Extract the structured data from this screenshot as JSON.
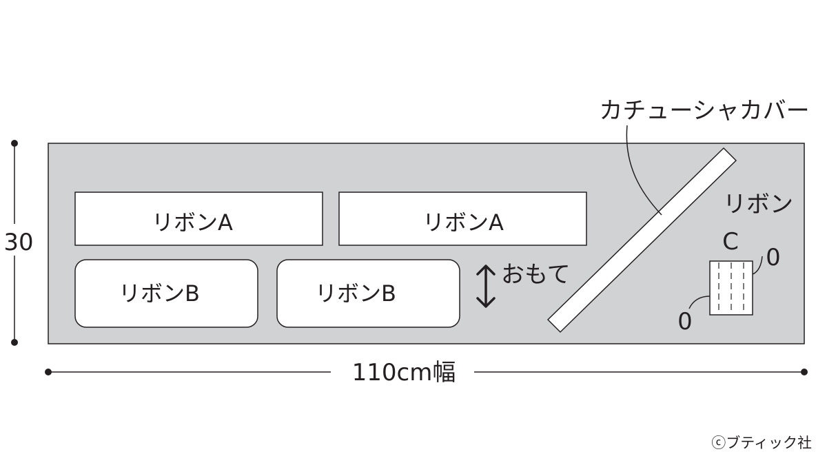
{
  "fabric": {
    "height_label": "30",
    "width_label": "110cm幅",
    "fill_color": "#d1d2d4"
  },
  "pieces": {
    "ribbon_a_1": "リボンA",
    "ribbon_a_2": "リボンA",
    "ribbon_b_1": "リボンB",
    "ribbon_b_2": "リボンB",
    "ribbon_c_line1": "リボン",
    "ribbon_c_line2": "C",
    "headband_cover": "カチューシャカバー"
  },
  "annotations": {
    "face_label": "おもて",
    "seam_allowance_top": "0",
    "seam_allowance_bottom": "0"
  },
  "copyright": "ⓒブティック社"
}
